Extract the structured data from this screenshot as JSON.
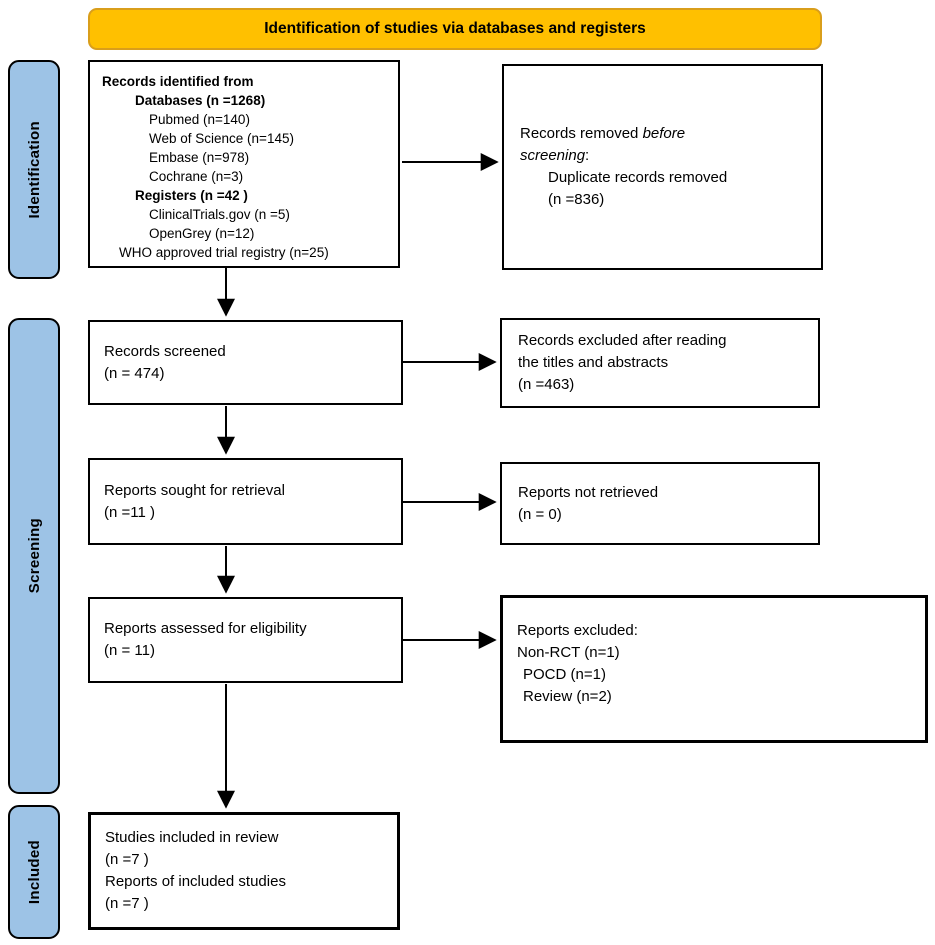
{
  "banner": {
    "label": "Identification of studies via databases and registers"
  },
  "stages": {
    "identification": "Identification",
    "screening": "Screening",
    "included": "Included"
  },
  "colors": {
    "banner_fill": "#FFC000",
    "banner_border": "#D99E1B",
    "stage_fill": "#9DC3E6",
    "box_border": "#000000"
  },
  "boxes": {
    "records_identified": {
      "lines": [
        "Records identified from",
        "Databases (n =1268)",
        "Pubmed (n=140)",
        "Web of Science (n=145)",
        "Embase (n=978)",
        "Cochrane (n=3)",
        "Registers (n =42 )",
        "ClinicalTrials.gov (n =5)",
        "OpenGrey (n=12)",
        "WHO approved trial registry (n=25)"
      ]
    },
    "records_removed": {
      "line1_prefix": "Records removed ",
      "line1_italic": "before",
      "line2_italic": "screening",
      "line2_suffix": ":",
      "line3": "Duplicate records removed",
      "line4": "(n =836)"
    },
    "records_screened": {
      "line1": "Records screened",
      "line2": "(n = 474)"
    },
    "records_excluded": {
      "line1": "Records excluded after reading",
      "line2": "the titles and abstracts",
      "line3": "(n =463)"
    },
    "reports_sought": {
      "line1": "Reports sought for retrieval",
      "line2": "(n =11 )"
    },
    "reports_not_retrieved": {
      "line1": "Reports not retrieved",
      "line2": "(n = 0)"
    },
    "reports_assessed": {
      "line1": "Reports assessed for eligibility",
      "line2": "(n = 11)"
    },
    "reports_excluded": {
      "line1": "Reports excluded:",
      "line2": "Non-RCT (n=1)",
      "line3": "POCD (n=1)",
      "line4": "Review (n=2)"
    },
    "studies_included": {
      "line1": "Studies included in review",
      "line2": "(n =7 )",
      "line3": "Reports of included studies",
      "line4": "(n =7 )"
    }
  }
}
